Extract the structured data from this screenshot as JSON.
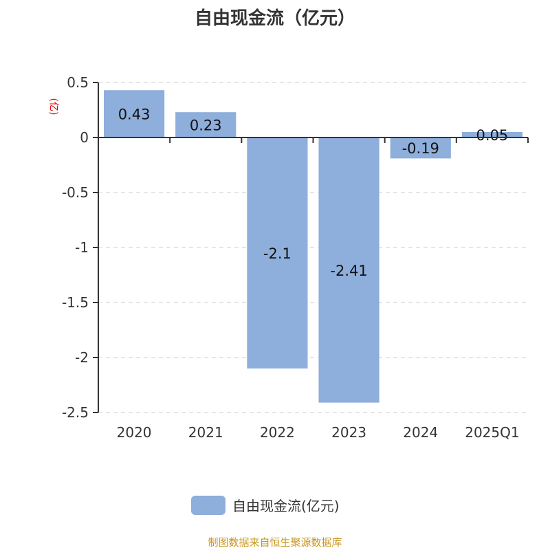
{
  "chart_data": {
    "type": "bar",
    "title": "自由现金流（亿元）",
    "ylabel": "(亿)",
    "categories": [
      "2020",
      "2021",
      "2022",
      "2023",
      "2024",
      "2025Q1"
    ],
    "series": [
      {
        "name": "自由现金流(亿元)",
        "values": [
          0.43,
          0.23,
          -2.1,
          -2.41,
          -0.19,
          0.05
        ],
        "labels": [
          "0.43",
          "0.23",
          "-2.1",
          "-2.41",
          "-0.19",
          "0.05"
        ],
        "color": "#8eaedb"
      }
    ],
    "ylim": [
      -2.5,
      0.5
    ],
    "yticks": [
      "0.5",
      "0",
      "-0.5",
      "-1",
      "-1.5",
      "-2",
      "-2.5"
    ],
    "grid": true,
    "legend_position": "bottom"
  },
  "source": "制图数据来自恒生聚源数据库"
}
